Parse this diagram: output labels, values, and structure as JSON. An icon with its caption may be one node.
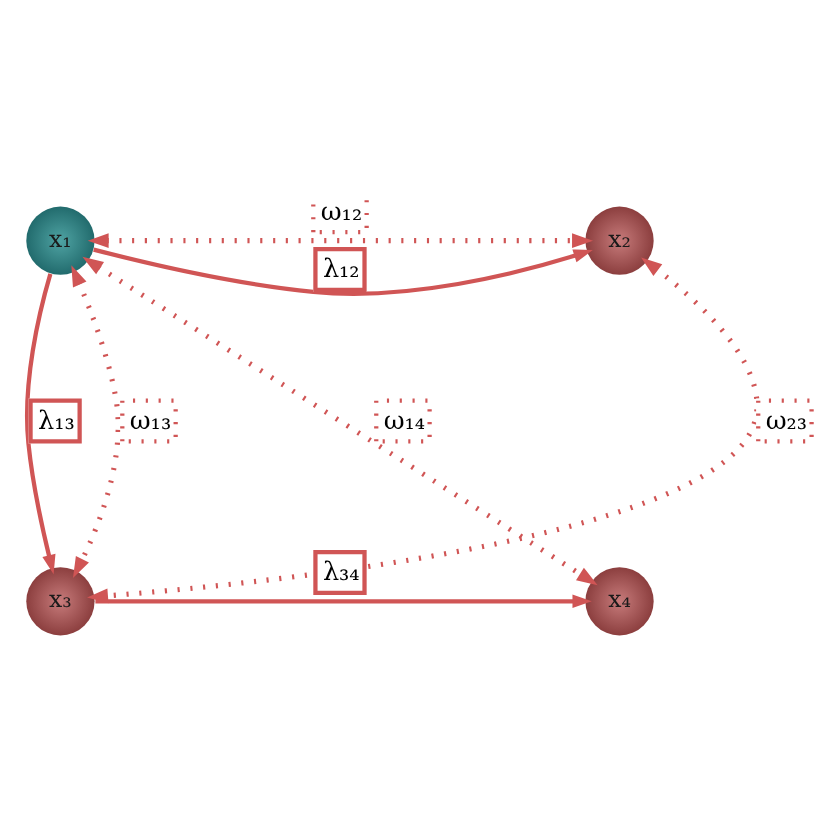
{
  "diagram": {
    "nodes": [
      {
        "text": [
          "x₁"
        ]
      },
      {
        "text": [
          "x₂"
        ]
      },
      {
        "text": [
          "x₃"
        ]
      },
      {
        "text": [
          "x₄"
        ]
      }
    ],
    "edges": [
      {
        "from": 0,
        "to": 1,
        "arrow": "to",
        "label": "λ₁₂"
      },
      {
        "from": 0,
        "to": 1,
        "arrow": "both",
        "label": "ω₁₂",
        "style": "dashed"
      },
      {
        "from": 0,
        "to": 2,
        "arrow": "to",
        "label": "λ₁₃"
      },
      {
        "from": 0,
        "to": 2,
        "arrow": "both",
        "label": "ω₁₃",
        "style": "dashed"
      },
      {
        "from": 1,
        "to": 2,
        "arrow": "both",
        "label": "ω₂₃",
        "style": "dashed"
      },
      {
        "from": 0,
        "to": 3,
        "arrow": "both",
        "label": "ω₁₄",
        "style": "dashed"
      },
      {
        "from": 2,
        "to": 3,
        "arrow": "to",
        "label": "λ₃₄"
      }
    ]
  }
}
